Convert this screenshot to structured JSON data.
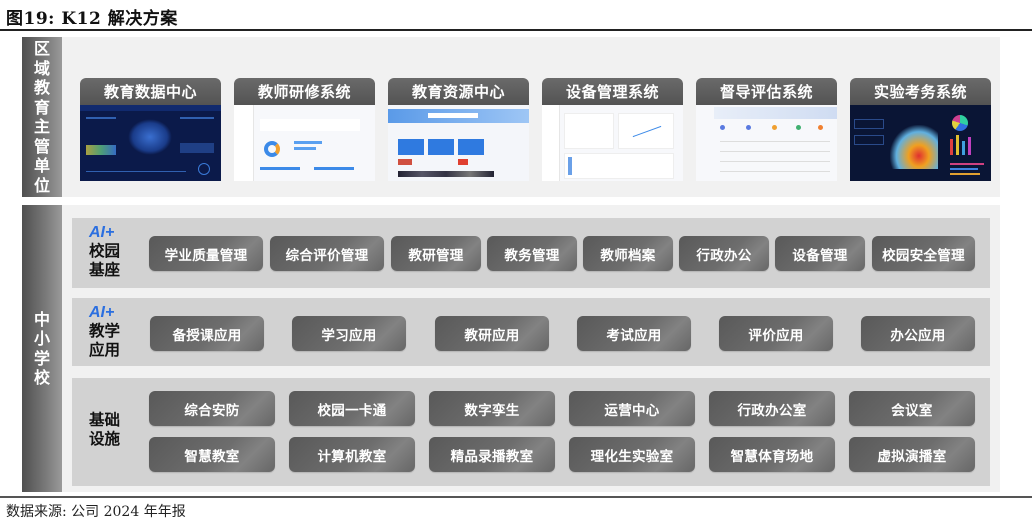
{
  "figure": {
    "title": "图19:  K12 解决方案",
    "source": "数据来源: 公司 2024 年年报"
  },
  "regional": {
    "side_label_chars": [
      "区",
      "域",
      "教",
      "育",
      "主",
      "管",
      "单",
      "位"
    ],
    "systems": [
      {
        "label": "教育数据中心",
        "thumbnail": "dark-dashboard-map"
      },
      {
        "label": "教师研修系统",
        "thumbnail": "light-admin-donut"
      },
      {
        "label": "教育资源中心",
        "thumbnail": "blue-portal-tiles"
      },
      {
        "label": "设备管理系统",
        "thumbnail": "light-table-chart"
      },
      {
        "label": "督导评估系统",
        "thumbnail": "light-form-list"
      },
      {
        "label": "实验考务系统",
        "thumbnail": "dark-dashboard-heatmap"
      }
    ]
  },
  "school": {
    "side_label_chars": [
      "中",
      "小",
      "学",
      "校"
    ],
    "rows": [
      {
        "prefix": "AI+",
        "label_lines": [
          "校园",
          "基座"
        ],
        "items": [
          "学业质量管理",
          "综合评价管理",
          "教研管理",
          "教务管理",
          "教师档案",
          "行政办公",
          "设备管理",
          "校园安全管理"
        ]
      },
      {
        "prefix": "AI+",
        "label_lines": [
          "教学",
          "应用"
        ],
        "items": [
          "备授课应用",
          "学习应用",
          "教研应用",
          "考试应用",
          "评价应用",
          "办公应用"
        ]
      },
      {
        "prefix": "",
        "label_lines": [
          "基础",
          "设施"
        ],
        "items_row1": [
          "综合安防",
          "校园一卡通",
          "数字孪生",
          "运营中心",
          "行政办公室",
          "会议室"
        ],
        "items_row2": [
          "智慧教室",
          "计算机教室",
          "精品录播教室",
          "理化生实验室",
          "智慧体育场地",
          "虚拟演播室"
        ]
      }
    ]
  },
  "colors": {
    "ai_accent": "#2b6fe0",
    "side_bar": "#6a6a6a",
    "chip": "#656565",
    "row_bg": "#d2d2d2",
    "panel_bg": "#f1f1f1"
  }
}
